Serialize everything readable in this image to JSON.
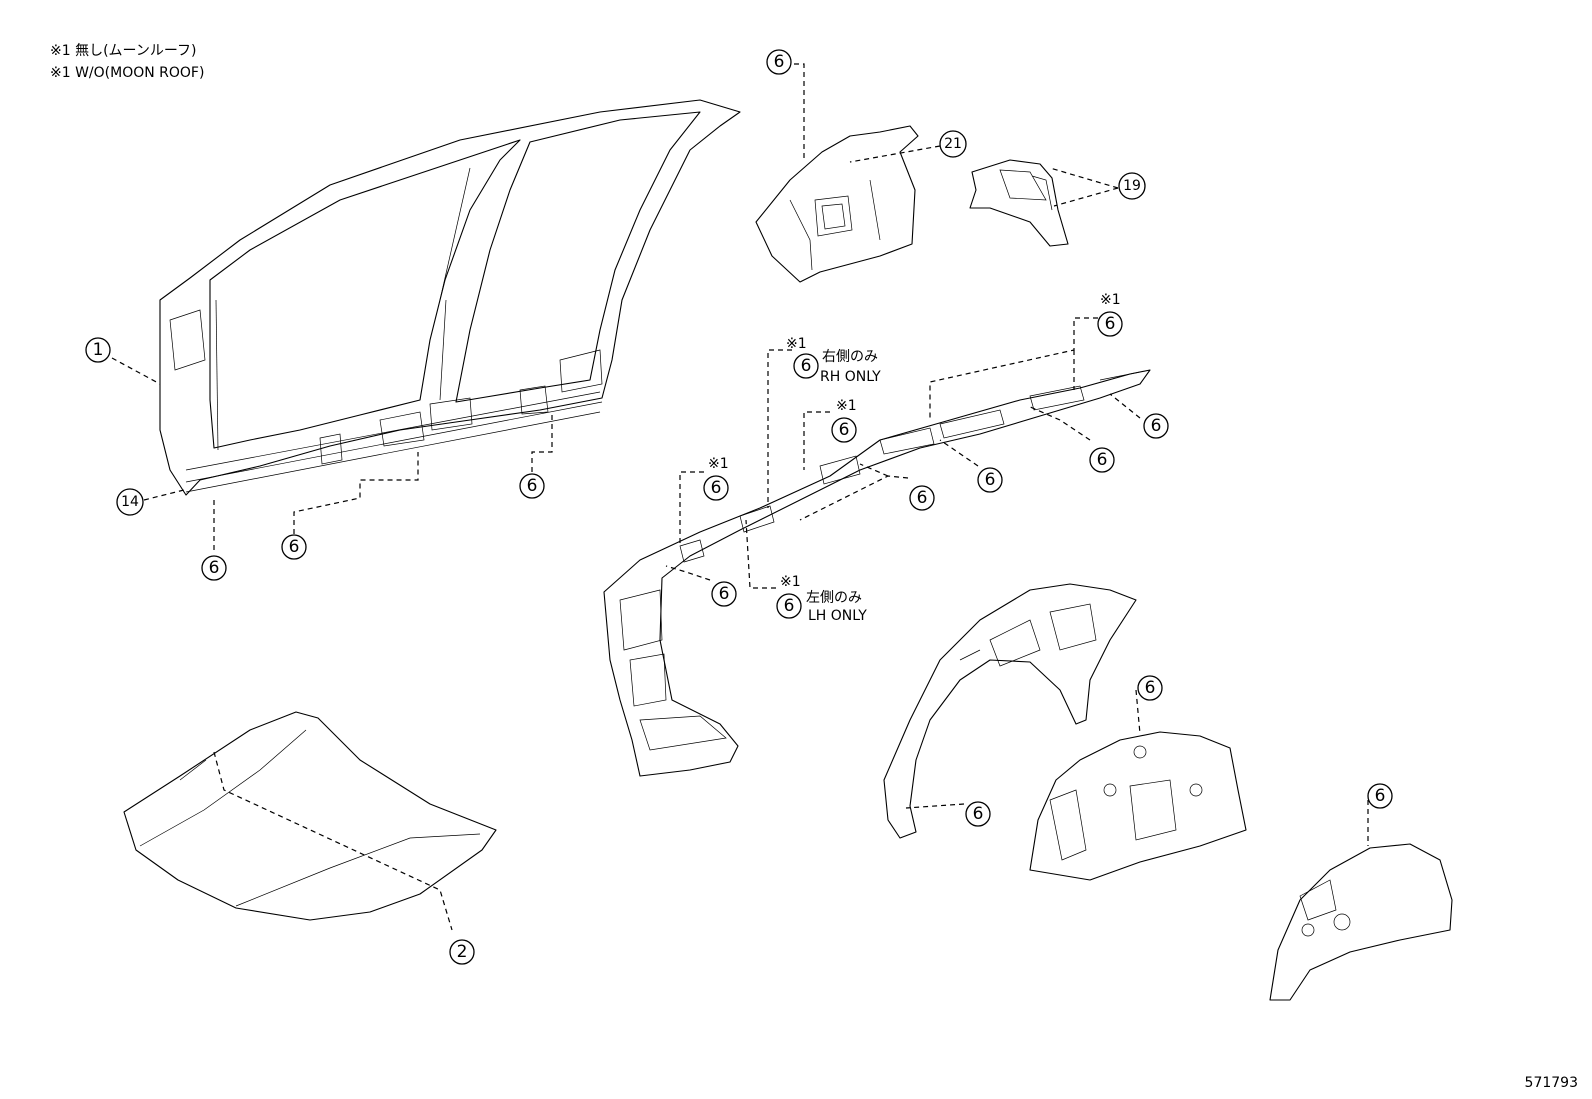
{
  "notes": {
    "line1": "※1 無し(ムーンルーフ)",
    "line2": "※1 W/O(MOON ROOF)"
  },
  "callouts": {
    "c1": "1",
    "c2": "2",
    "c6": "6",
    "c14": "14",
    "c19": "19",
    "c21": "21"
  },
  "qualifiers": {
    "mark": "※1",
    "rh_jp": "右側のみ",
    "rh_en": "RH ONLY",
    "lh_jp": "左側のみ",
    "lh_en": "LH ONLY"
  },
  "diagram_code": "571793"
}
